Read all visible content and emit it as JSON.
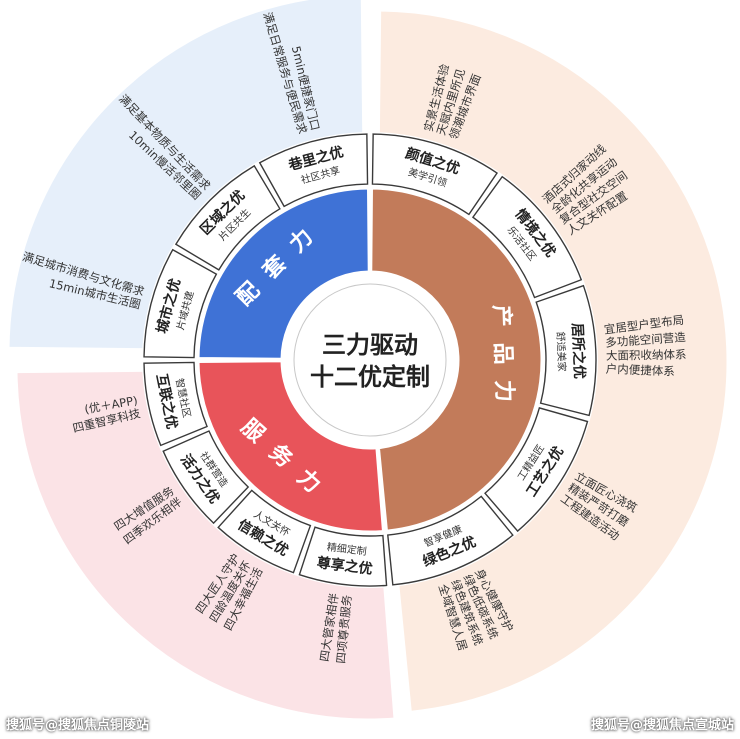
{
  "center": {
    "line1": "三力驱动",
    "line2": "十二优定制"
  },
  "colors": {
    "peitao": "#3f72d6",
    "chanpin": "#c27b5a",
    "fuwu": "#e8545a",
    "bg_peitao": "#e6effa",
    "bg_chanpin": "#fcebe0",
    "bg_fuwu": "#fbe3e6"
  },
  "forces": [
    {
      "id": "peitao",
      "label": "配套力"
    },
    {
      "id": "chanpin",
      "label": "产品力"
    },
    {
      "id": "fuwu",
      "label": "服务力"
    }
  ],
  "items": [
    {
      "title": "巷里之优",
      "sub": "社区共享",
      "desc": [
        "满足日常服务与便民需求",
        "5min便捷家门口"
      ]
    },
    {
      "title": "区域之优",
      "sub": "片区共生",
      "desc": [
        "10min慢活邻里圈",
        "满足基本物质与生活需求"
      ]
    },
    {
      "title": "城市之优",
      "sub": "片域共建",
      "desc": [
        "15min城市生活圈",
        "满足城市消费与文化需求"
      ]
    },
    {
      "title": "颜值之优",
      "sub": "美学引领",
      "desc": [
        "实景生活体验",
        "天赋内里所见",
        "领潮城市界面"
      ]
    },
    {
      "title": "情境之优",
      "sub": "乐活社区",
      "desc": [
        "酒店式归家动线",
        "全龄化共享运动",
        "复合型社交空间",
        "人文关怀配置"
      ]
    },
    {
      "title": "居所之优",
      "sub": "舒适美家",
      "desc": [
        "宜居型户型布局",
        "多功能空间营造",
        "大面积收纳体系",
        "户内便捷体系"
      ]
    },
    {
      "title": "工艺之优",
      "sub": "工精益匠",
      "desc": [
        "立面匠心浇筑",
        "精装严苛打磨",
        "工程建造活动"
      ]
    },
    {
      "title": "绿色之优",
      "sub": "智享健康",
      "desc": [
        "身心健康守护",
        "绿色低碳系统",
        "绿色建筑系统",
        "全域智慧人居"
      ]
    },
    {
      "title": "尊享之优",
      "sub": "精细定制",
      "desc": [
        "四项尊贵服务",
        "四大管家相伴"
      ]
    },
    {
      "title": "信赖之优",
      "sub": "人文关怀",
      "desc": [
        "四大幸福生活",
        "四龄温度关怀",
        "四大匠人守护"
      ]
    },
    {
      "title": "活力之优",
      "sub": "社群营造",
      "desc": [
        "四季欢乐相伴",
        "四大增值服务"
      ]
    },
    {
      "title": "互联之优",
      "sub": "智慧社区",
      "desc": [
        "四重智享科技",
        "(优＋APP)"
      ]
    }
  ],
  "watermarks": {
    "left": "搜狐号@搜狐焦点铜陵站",
    "right": "搜狐号@搜狐焦点宣城站"
  }
}
